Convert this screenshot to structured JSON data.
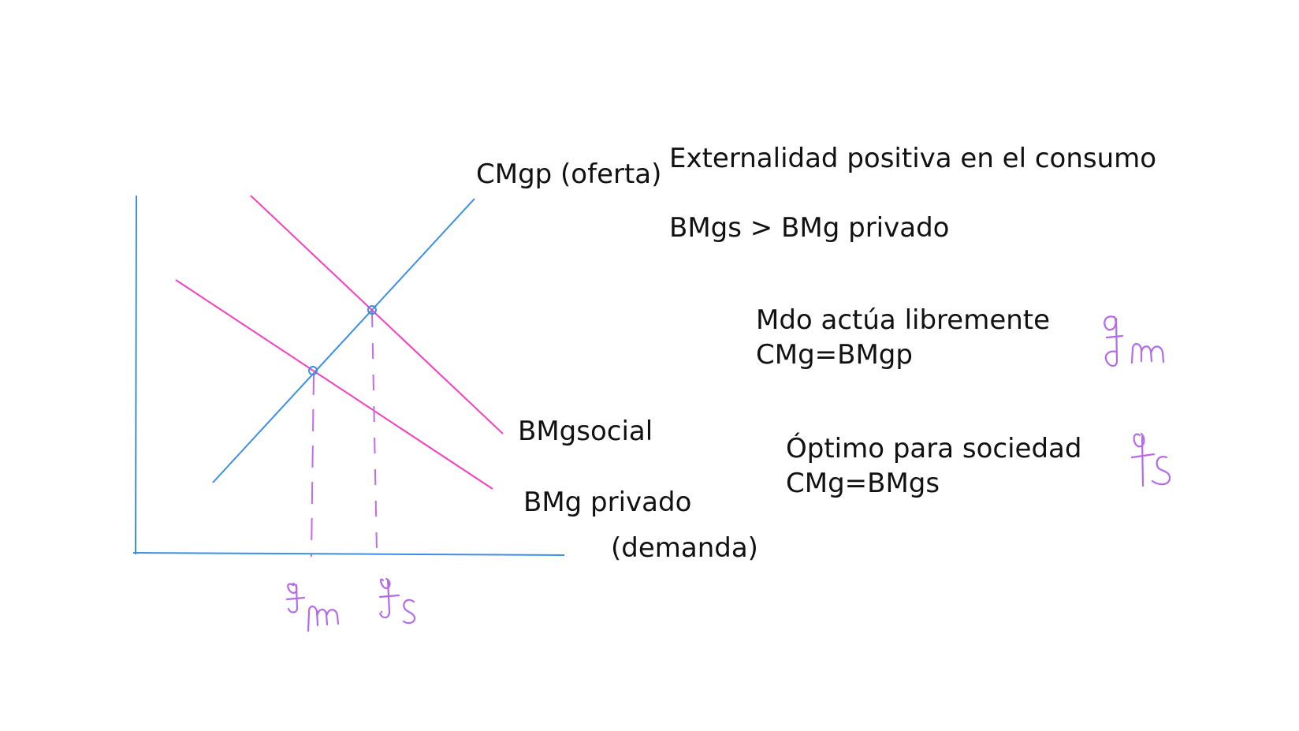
{
  "colors": {
    "axes": "#3b8fe3",
    "supply": "#3b8fe3",
    "demand": "#f23fbf",
    "guides": "#c06be8",
    "handwriting": "#b36be8",
    "text": "#111111"
  },
  "labels": {
    "supply": "CMgp (oferta)",
    "social": "BMgsocial",
    "private": "BMg privado",
    "private_sub": "(demanda)"
  },
  "notes": {
    "title": "Externalidad positiva en el consumo",
    "inequality": "BMgs > BMg privado",
    "market_line1": "Mdo actúa libremente",
    "market_line2": "CMg=BMgp",
    "optimum_line1": "Óptimo para sociedad",
    "optimum_line2": "CMg=BMgs"
  },
  "handwritten": {
    "market_quantity": "qm",
    "social_quantity": "qs"
  },
  "icons": {
    "equilibrium_marker": "circle-point"
  }
}
